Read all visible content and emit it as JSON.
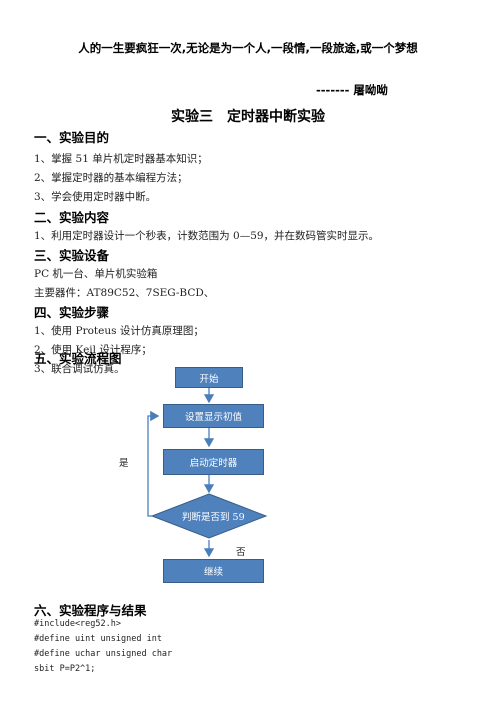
{
  "header": {
    "motto": "人的一生要疯狂一次,无论是为一个人,一段情,一段旅途,或一个梦想",
    "author": "------- 屠呦呦"
  },
  "title": "实验三　定时器中断实验",
  "sections": {
    "s1": {
      "heading": "一、实验目的",
      "items": [
        "1、掌握 51 单片机定时器基本知识；",
        "2、掌握定时器的基本编程方法；",
        "3、学会使用定时器中断。"
      ]
    },
    "s2": {
      "heading": "二、实验内容",
      "items": [
        "1、利用定时器设计一个秒表，计数范围为 0—59，并在数码管实时显示。"
      ]
    },
    "s3": {
      "heading": "三、实验设备",
      "items": [
        "PC 机一台、单片机实验箱",
        "主要器件：AT89C52、7SEG-BCD、"
      ]
    },
    "s4": {
      "heading": "四、实验步骤",
      "items": [
        "1、使用 Proteus 设计仿真原理图；",
        "2、使用 Keil 设计程序；",
        "3、联合调试仿真。"
      ]
    },
    "s5": {
      "heading": "五、实验流程图"
    },
    "s6": {
      "heading": "六、实验程序与结果",
      "code": [
        "#include<reg52.h>",
        "#define uint unsigned int",
        "#define uchar unsigned char",
        "sbit P=P2^1;"
      ]
    }
  },
  "flowchart": {
    "start": "开始",
    "init": "设置显示初值",
    "timer": "启动定时器",
    "decision": "判断是否到 59",
    "end": "继续",
    "yes_label": "是",
    "no_label": "否",
    "colors": {
      "fill": "#4f81bd",
      "stroke": "#385d8a",
      "arrow": "#4a7ebb"
    }
  }
}
